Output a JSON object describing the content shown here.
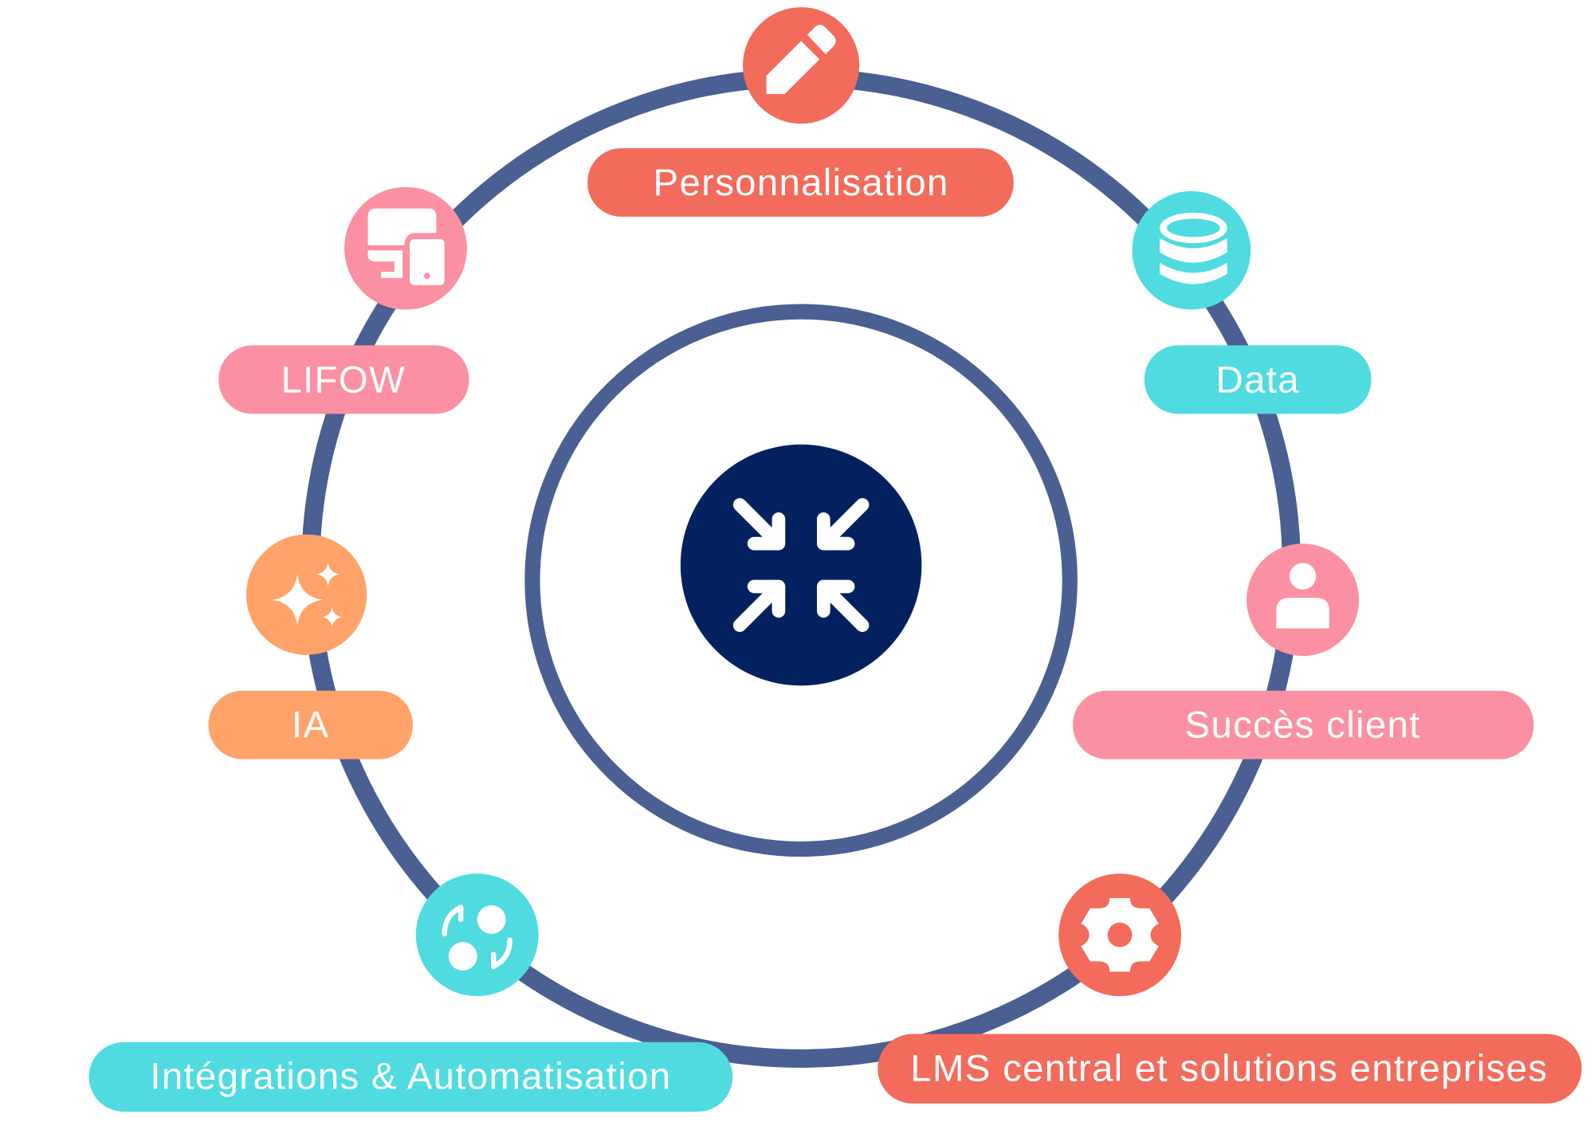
{
  "center": {
    "icon": "compress-arrows-icon"
  },
  "colors": {
    "ring": "#4a5f92",
    "center": "#03215f",
    "coral": "#f26b5b",
    "pink": "#fb90a2",
    "cyan": "#4fdbe0",
    "orange": "#ffa36a"
  },
  "nodes": [
    {
      "label": "Personnalisation",
      "icon": "pencil-icon"
    },
    {
      "label": "Data",
      "icon": "database-icon"
    },
    {
      "label": "Succès client",
      "icon": "user-icon"
    },
    {
      "label": "LMS central et solutions entreprises",
      "icon": "gear-icon"
    },
    {
      "label": "Intégrations & Automatisation",
      "icon": "integration-icon"
    },
    {
      "label": "IA",
      "icon": "sparkles-icon"
    },
    {
      "label": "LIFOW",
      "icon": "devices-icon"
    }
  ]
}
